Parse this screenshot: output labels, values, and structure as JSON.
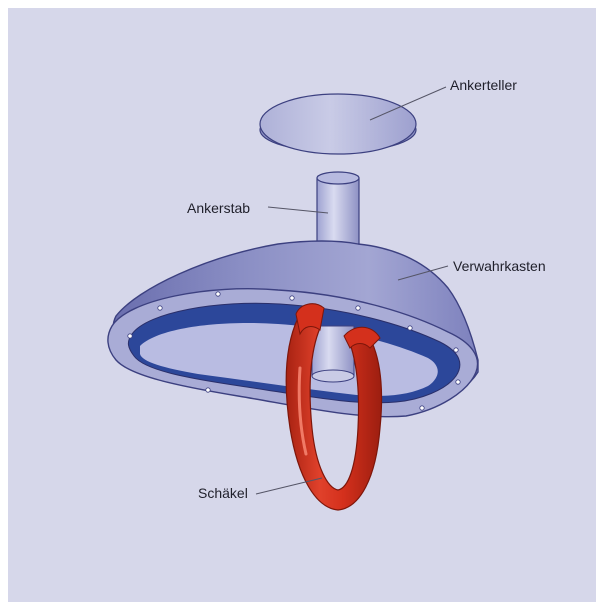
{
  "figure": {
    "labels": {
      "ankerteller": "Ankerteller",
      "ankerstab": "Ankerstab",
      "verwahrkasten": "Verwahrkasten",
      "schaekel": "Schäkel"
    },
    "colors": {
      "background": "#d6d7ea",
      "metal_light": "#c9cbe6",
      "metal_mid": "#8e91c4",
      "metal_dark": "#4a4f8f",
      "box_interior": "#2c479a",
      "shackle_red": "#d4301c",
      "shackle_dark": "#9c1e10",
      "leader_line": "#555566"
    }
  }
}
